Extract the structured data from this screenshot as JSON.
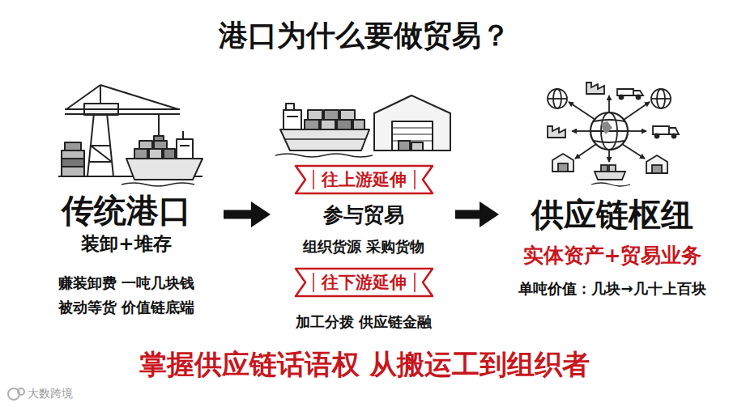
{
  "diagram": {
    "title": "港口为什么要做贸易？",
    "caption": "掌握供应链话语权 从搬运工到组织者",
    "nodes": [
      {
        "text": [
          "传统港口",
          "装卸+堆存",
          "赚装卸费 一吨几块钱",
          "被动等货 价值链底端"
        ]
      },
      {
        "text": [
          "参与贸易",
          "组织货源 采购货物",
          "加工分拨 供应链金融"
        ]
      },
      {
        "text": [
          "往上游延伸"
        ],
        "in": 1
      },
      {
        "text": [
          "往下游延伸"
        ],
        "in": 1
      },
      {
        "text": [
          "供应链枢纽",
          "实体资产+贸易业务",
          "单吨价值：几块→几十上百块"
        ]
      }
    ],
    "edges": [
      {
        "from": 0,
        "to": 1,
        "arrow": "to"
      },
      {
        "from": 1,
        "to": 4,
        "arrow": "to"
      }
    ],
    "labels": [
      "大数跨境"
    ]
  }
}
